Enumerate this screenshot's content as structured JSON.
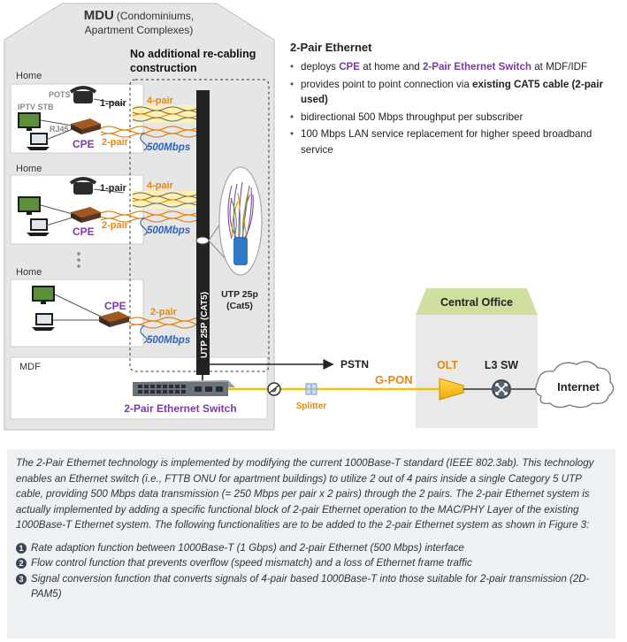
{
  "mdu": {
    "title": "MDU",
    "subtitle_1": "(Condominiums,",
    "subtitle_2": "Apartment Complexes)"
  },
  "no_recabling": {
    "line1": "No additional re-cabling",
    "line2": "construction"
  },
  "homes": [
    {
      "label": "Home",
      "pots": "POTS",
      "iptv": "IPTV STB",
      "rj45": "RJ45",
      "cpe": "CPE",
      "pair1": "1-pair",
      "pair2": "2-pair",
      "pair4": "4-pair",
      "speed": "500Mbps"
    },
    {
      "label": "Home",
      "cpe": "CPE",
      "pair1": "1-pair",
      "pair2": "2-pair",
      "pair4": "4-pair",
      "speed": "500Mbps"
    },
    {
      "label": "Home",
      "cpe": "CPE",
      "pair2": "2-pair",
      "speed": "500Mbps"
    }
  ],
  "cable": {
    "vertical_label": "UTP 25P (CAT5)",
    "callout_1": "UTP 25p",
    "callout_2": "(Cat5)"
  },
  "mdf": {
    "label": "MDF",
    "switch_label": "2-Pair Ethernet Switch"
  },
  "network": {
    "pstn": "PSTN",
    "gpon": "G-PON",
    "splitter": "Splitter",
    "central_office": "Central Office",
    "olt": "OLT",
    "l3sw": "L3 SW",
    "internet": "Internet"
  },
  "features": {
    "title": "2-Pair Ethernet",
    "items": [
      {
        "t1": "deploys ",
        "h1": "CPE",
        "t2": " at home and ",
        "h2": "2-Pair Ethernet Switch",
        "t3": " at MDF/IDF"
      },
      {
        "t1": "provides point to point connection via ",
        "b1": "existing CAT5 cable (2-pair used)"
      },
      {
        "t1": "bidirectional 500 Mbps throughput per subscriber"
      },
      {
        "t1": "100 Mbps LAN service replacement for higher speed broadband service"
      }
    ]
  },
  "description": {
    "paragraph": "The 2-Pair Ethernet technology is implemented by modifying the current 1000Base-T standard (IEEE 802.3ab). This technology enables an Ethernet switch (i.e., FTTB ONU for apartment buildings) to utilize 2 out of 4 pairs inside a single Category 5 UTP cable, providing 500 Mbps data transmission (= 250 Mbps per pair x 2 pairs) through the 2 pairs. The 2-pair Ethernet system is actually implemented by adding a specific functional block of 2-pair Ethernet operation to the MAC/PHY Layer of the existing 1000Base-T Ethernet system. The following functionalities are to be added to the 2-pair Ethernet system as shown in Figure 3:",
    "items": [
      {
        "num": "1",
        "text": "Rate adaption function between 1000Base-T (1 Gbps) and 2-pair Ethernet (500 Mbps) interface"
      },
      {
        "num": "2",
        "text": "Flow control function that prevents overflow (speed mismatch) and a loss of Ethernet frame traffic"
      },
      {
        "num": "3",
        "text": "Signal conversion function that converts signals of 4-pair based 1000Base-T into those suitable for 2-pair transmission (2D-PAM5)"
      }
    ]
  },
  "colors": {
    "orange": "#e8870e",
    "purple": "#7c3aa6",
    "blue": "#2f63b8",
    "yellow": "#f2c200",
    "olt_fill": "#f5b800",
    "mdu_bg": "#e6e6e6",
    "co_bg": "#e9e9e9",
    "co_tab": "#cfdf9f"
  }
}
